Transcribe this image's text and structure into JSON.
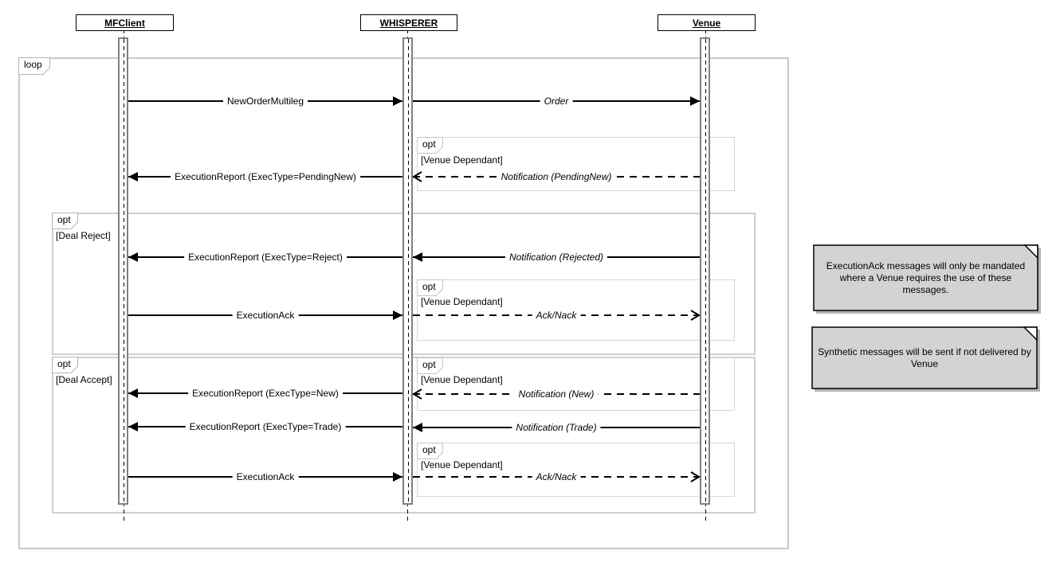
{
  "colors": {
    "arrow": "#000000",
    "note_fill": "#d3d3d3",
    "note_shadow": "#b4b4b4",
    "frame_border": "#c9c9c9",
    "inner_frame_border": "#d6d6d6",
    "activation_border": "#808080"
  },
  "lifelines": [
    {
      "label": "MFClient"
    },
    {
      "label": "WHISPERER"
    },
    {
      "label": "Venue"
    }
  ],
  "frames": {
    "loop": {
      "label": "loop"
    },
    "pending_opt": {
      "label": "opt",
      "guard": "[Venue Dependant]"
    },
    "deal_reject": {
      "label": "opt",
      "guard": "[Deal Reject]"
    },
    "reject_ack_opt": {
      "label": "opt",
      "guard": "[Venue Dependant]"
    },
    "deal_accept": {
      "label": "opt",
      "guard": "[Deal Accept]"
    },
    "new_opt": {
      "label": "opt",
      "guard": "[Venue Dependant]"
    },
    "accept_ack_opt": {
      "label": "opt",
      "guard": "[Venue Dependant]"
    }
  },
  "messages": [
    {
      "label": "NewOrderMultileg"
    },
    {
      "label": "Order"
    },
    {
      "label": "ExecutionReport (ExecType=PendingNew)"
    },
    {
      "label": "Notification (PendingNew)"
    },
    {
      "label": "ExecutionReport (ExecType=Reject)"
    },
    {
      "label": "Notification (Rejected)"
    },
    {
      "label": "ExecutionAck"
    },
    {
      "label": "Ack/Nack"
    },
    {
      "label": "ExecutionReport (ExecType=New)"
    },
    {
      "label": "Notification (New)"
    },
    {
      "label": "ExecutionReport (ExecType=Trade)"
    },
    {
      "label": "Notification (Trade)"
    },
    {
      "label": "ExecutionAck"
    },
    {
      "label": "Ack/Nack"
    }
  ],
  "notes": [
    {
      "text": "ExecutionAck messages will only be mandated where a Venue requires the use of these messages."
    },
    {
      "text": "Synthetic messages will be sent if not delivered by Venue"
    }
  ]
}
